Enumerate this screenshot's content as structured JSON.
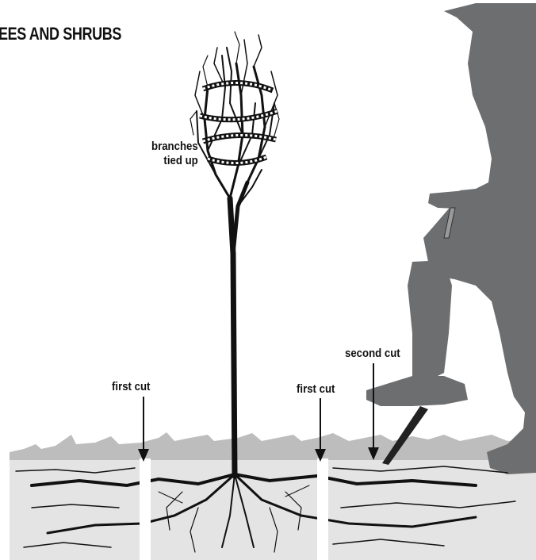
{
  "heading": "EES AND SHRUBS",
  "labels": {
    "branches_line1": "branches",
    "branches_line2": "tied up",
    "first_cut_left": "first cut",
    "first_cut_right": "first cut",
    "second_cut": "second cut"
  },
  "colors": {
    "silhouette": "#6d6e70",
    "soil": "#e4e4e4",
    "grass": "#bdbdbd",
    "ink": "#111111"
  }
}
